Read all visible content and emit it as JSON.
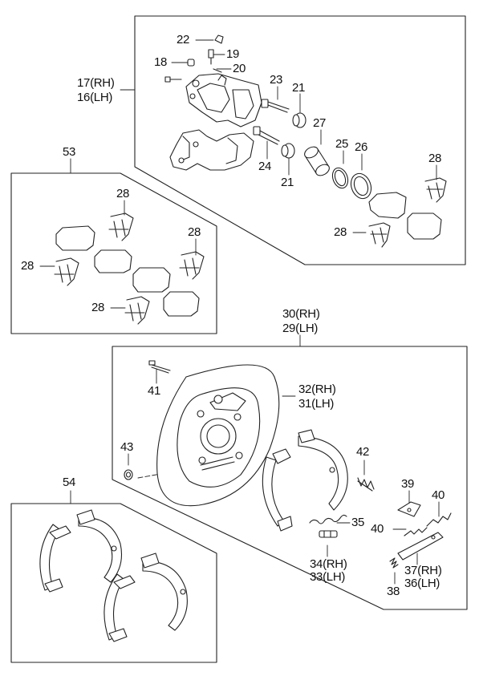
{
  "diagram": {
    "callouts": [
      {
        "id": "c22",
        "text": "22"
      },
      {
        "id": "c19",
        "text": "19"
      },
      {
        "id": "c18",
        "text": "18"
      },
      {
        "id": "c20",
        "text": "20"
      },
      {
        "id": "c17",
        "text": "17(RH)"
      },
      {
        "id": "c16",
        "text": "16(LH)"
      },
      {
        "id": "c23",
        "text": "23"
      },
      {
        "id": "c21a",
        "text": "21"
      },
      {
        "id": "c27",
        "text": "27"
      },
      {
        "id": "c25",
        "text": "25"
      },
      {
        "id": "c26",
        "text": "26"
      },
      {
        "id": "c24",
        "text": "24"
      },
      {
        "id": "c21b",
        "text": "21"
      },
      {
        "id": "c28a",
        "text": "28"
      },
      {
        "id": "c28b",
        "text": "28"
      },
      {
        "id": "c53",
        "text": "53"
      },
      {
        "id": "c28c",
        "text": "28"
      },
      {
        "id": "c28d",
        "text": "28"
      },
      {
        "id": "c28e",
        "text": "28"
      },
      {
        "id": "c28f",
        "text": "28"
      },
      {
        "id": "c30",
        "text": "30(RH)"
      },
      {
        "id": "c29",
        "text": "29(LH)"
      },
      {
        "id": "c41",
        "text": "41"
      },
      {
        "id": "c32",
        "text": "32(RH)"
      },
      {
        "id": "c31",
        "text": "31(LH)"
      },
      {
        "id": "c43",
        "text": "43"
      },
      {
        "id": "c42",
        "text": "42"
      },
      {
        "id": "c39",
        "text": "39"
      },
      {
        "id": "c40a",
        "text": "40"
      },
      {
        "id": "c35",
        "text": "35"
      },
      {
        "id": "c40b",
        "text": "40"
      },
      {
        "id": "c34",
        "text": "34(RH)"
      },
      {
        "id": "c33",
        "text": "33(LH)"
      },
      {
        "id": "c37",
        "text": "37(RH)"
      },
      {
        "id": "c36",
        "text": "36(LH)"
      },
      {
        "id": "c38",
        "text": "38"
      },
      {
        "id": "c54",
        "text": "54"
      }
    ]
  }
}
